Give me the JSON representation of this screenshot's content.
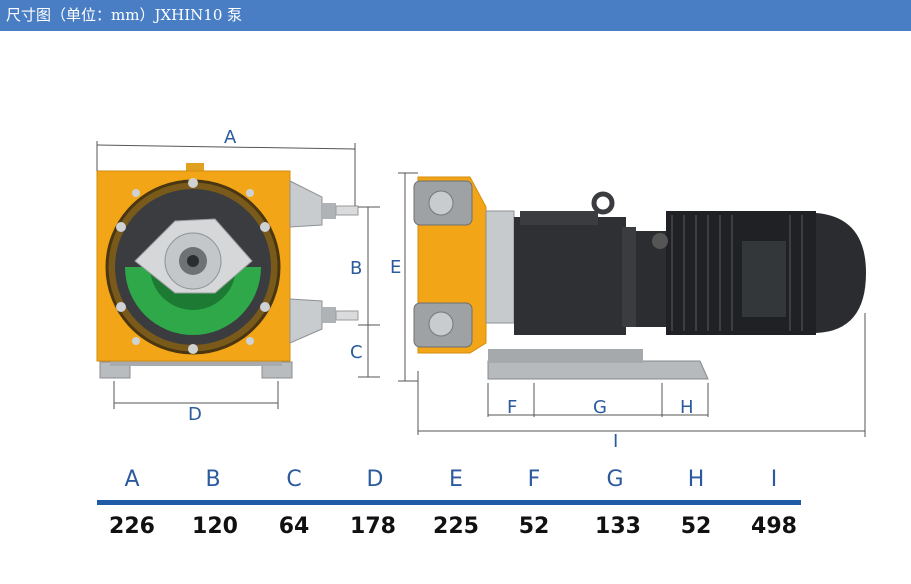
{
  "header": {
    "title": "尺寸图（单位：mm）JXHIN10 泵"
  },
  "labels": {
    "A": "A",
    "B": "B",
    "C": "C",
    "D": "D",
    "E": "E",
    "F": "F",
    "G": "G",
    "H": "H",
    "I": "I"
  },
  "table": {
    "headers": [
      "A",
      "B",
      "C",
      "D",
      "E",
      "F",
      "G",
      "H",
      "I"
    ],
    "values": [
      "226",
      "120",
      "64",
      "178",
      "225",
      "52",
      "133",
      "52",
      "498"
    ]
  },
  "colors": {
    "header_bg": "#4a7ec4",
    "label_blue": "#2b5a9e",
    "rule_blue": "#1f5aa6",
    "pump_yellow": "#f2a516",
    "motor_dark": "#2b2d30",
    "hose_green": "#2fa84a"
  }
}
